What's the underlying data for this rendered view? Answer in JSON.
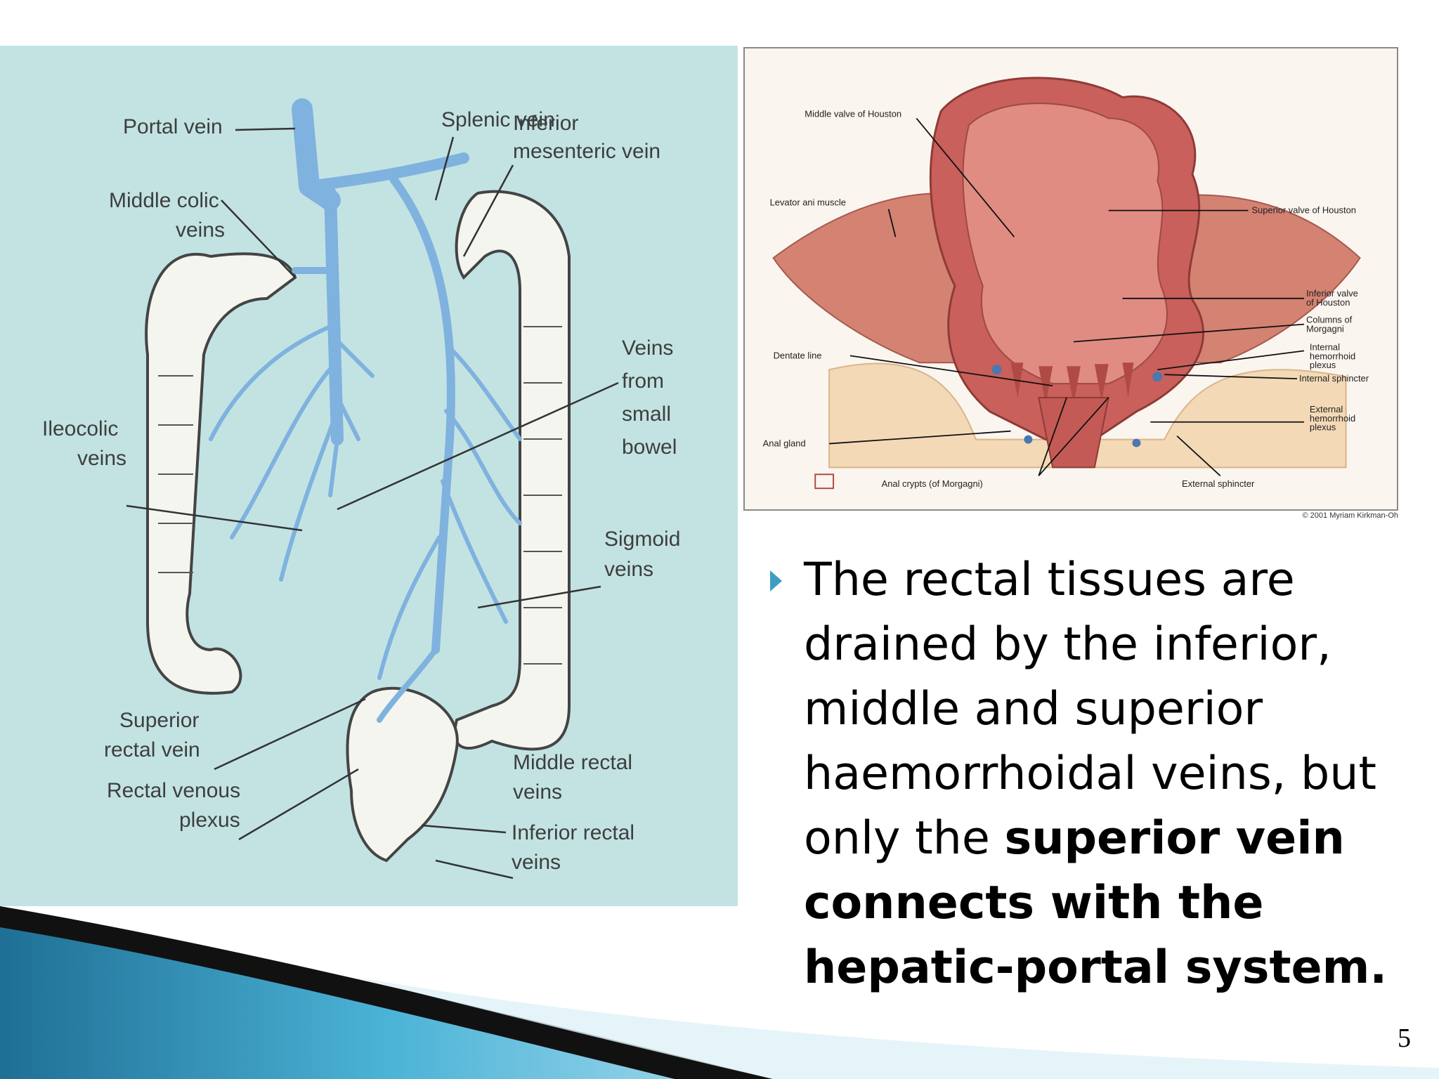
{
  "left_figure": {
    "labels": {
      "splenic": "Splenic vein",
      "portal": "Portal vein",
      "inferior_mesenteric_1": "Inferior",
      "inferior_mesenteric_2": "mesenteric vein",
      "middle_colic_1": "Middle colic",
      "middle_colic_2": "veins",
      "veins_small_bowel_1": "Veins",
      "veins_small_bowel_2": "from",
      "veins_small_bowel_3": "small",
      "veins_small_bowel_4": "bowel",
      "ileocolic_1": "Ileocolic",
      "ileocolic_2": "veins",
      "sigmoid_1": "Sigmoid",
      "sigmoid_2": "veins",
      "superior_rectal_1": "Superior",
      "superior_rectal_2": "rectal vein",
      "middle_rectal_1": "Middle rectal",
      "middle_rectal_2": "veins",
      "rectal_venous_1": "Rectal venous",
      "rectal_venous_2": "plexus",
      "inferior_rectal_1": "Inferior rectal",
      "inferior_rectal_2": "veins"
    }
  },
  "right_figure": {
    "labels": {
      "middle_valve": "Middle valve of Houston",
      "levator": "Levator ani muscle",
      "superior_valve": "Superior valve of Houston",
      "inferior_valve_1": "Inferior valve",
      "inferior_valve_2": "of Houston",
      "columns_1": "Columns of",
      "columns_2": "Morgagni",
      "dentate": "Dentate line",
      "internal_hem_1": "Internal",
      "internal_hem_2": "hemorrhoid",
      "internal_hem_3": "plexus",
      "internal_sphincter": "Internal sphincter",
      "anal_gland": "Anal gland",
      "external_hem_1": "External",
      "external_hem_2": "hemorrhoid",
      "external_hem_3": "plexus",
      "anal_crypts": "Anal crypts (of Morgagni)",
      "external_sphincter": "External sphincter"
    },
    "copyright": "© 2001 Myriam Kirkman-Oh"
  },
  "bullet": {
    "text_normal": "The rectal tissues are drained by the inferior, middle and superior haemorrhoidal veins, but only the ",
    "text_bold": "superior vein connects with the hepatic-portal system."
  },
  "slide_number": "5",
  "colors": {
    "accent": "#3d9ec2",
    "vein": "#7fb2de",
    "diagram_bg": "#c3e3e3",
    "tissue": "#d9776e"
  }
}
